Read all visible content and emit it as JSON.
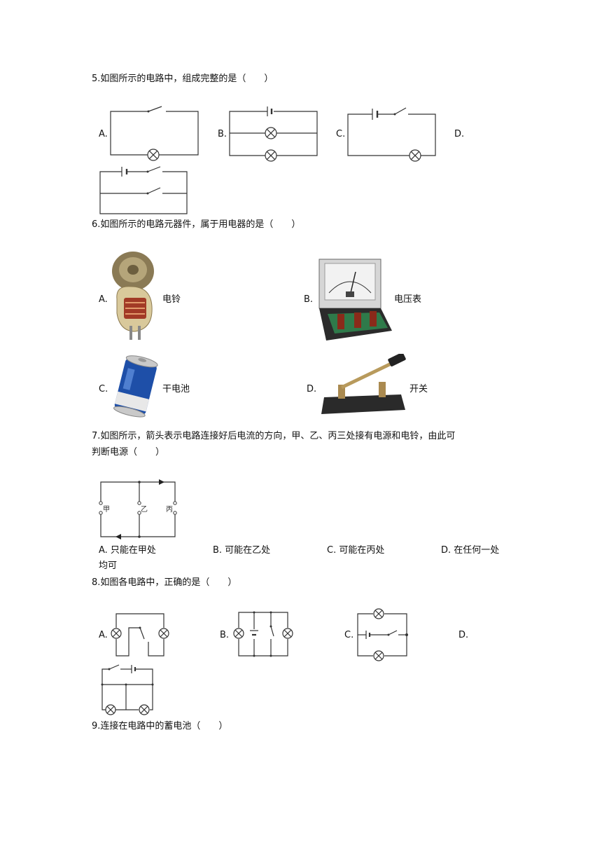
{
  "q5": {
    "stem": "5.如图所示的电路中，组成完整的是（　　）",
    "options": [
      "A.",
      "B.",
      "C.",
      "D."
    ]
  },
  "q6": {
    "stem": "6.如图所示的电路元器件，属于用电器的是（　　）",
    "options": [
      {
        "letter": "A.",
        "name": "电铃"
      },
      {
        "letter": "B.",
        "name": "电压表"
      },
      {
        "letter": "C.",
        "name": "干电池"
      },
      {
        "letter": "D.",
        "name": "开关"
      }
    ]
  },
  "q7": {
    "stem_line1": "7.如图所示，箭头表示电路连接好后电流的方向，甲、乙、丙三处接有电源和电铃，由此可",
    "stem_line2": "判断电源（　　）",
    "labels": [
      "甲",
      "乙",
      "丙"
    ],
    "options": [
      "A. 只能在甲处",
      "B. 可能在乙处",
      "C. 可能在丙处",
      "D. 在任何一处"
    ],
    "option_d_cont": "均可"
  },
  "q8": {
    "stem": "8.如图各电路中，正确的是（　　）",
    "options": [
      "A.",
      "B.",
      "C.",
      "D."
    ]
  },
  "q9": {
    "stem": "9.连接在电路中的蓄电池（　　）"
  }
}
